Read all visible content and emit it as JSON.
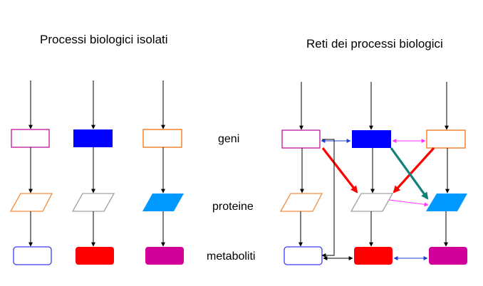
{
  "titles": {
    "left": "Processi biologici isolati",
    "right": "Reti dei processi biologici"
  },
  "row_labels": {
    "genes": "geni",
    "proteins": "proteine",
    "metabolites": "metaboliti"
  },
  "colors": {
    "gene_a_outline": "#c0149c",
    "gene_b_fill": "#0000ff",
    "gene_c_outline": "#f07010",
    "protein_a_outline": "#f58c3c",
    "protein_b_outline": "#a0a0a0",
    "protein_c_fill": "#0099ff",
    "metabolite_a_outline": "#3c3cf0",
    "metabolite_b_fill": "#ff0000",
    "metabolite_c_fill": "#d2009b",
    "interaction_red": "#ff0000",
    "interaction_teal": "#138078",
    "interaction_magenta": "#ff33ff",
    "interaction_blue": "#1c3fd8",
    "arrow_black": "#000000"
  },
  "panels": [
    {
      "name": "isolated",
      "columns": [
        {
          "gene": "gene-a",
          "protein": "protein-a",
          "metabolite": "metabolite-a"
        },
        {
          "gene": "gene-b",
          "protein": "protein-b",
          "metabolite": "metabolite-b"
        },
        {
          "gene": "gene-c",
          "protein": "protein-c",
          "metabolite": "metabolite-c"
        }
      ]
    },
    {
      "name": "network",
      "interactions": [
        {
          "from": "gene-a",
          "to": "gene-b",
          "type": "bidirectional",
          "color": "interaction_blue"
        },
        {
          "from": "gene-b",
          "to": "gene-c",
          "type": "bidirectional",
          "color": "interaction_magenta"
        },
        {
          "from": "gene-a",
          "to": "protein-b",
          "type": "directed",
          "color": "interaction_red"
        },
        {
          "from": "gene-c",
          "to": "protein-b",
          "type": "directed",
          "color": "interaction_red"
        },
        {
          "from": "gene-b",
          "to": "protein-c",
          "type": "directed",
          "color": "interaction_teal"
        },
        {
          "from": "protein-b",
          "to": "protein-c",
          "type": "directed",
          "color": "interaction_magenta"
        },
        {
          "from": "metabolite-a",
          "to": "metabolite-b",
          "type": "bidirectional",
          "color": "arrow_black"
        },
        {
          "from": "metabolite-b",
          "to": "metabolite-c",
          "type": "bidirectional",
          "color": "interaction_blue"
        },
        {
          "from": "metabolite-a",
          "to": "gene-a",
          "type": "feedback",
          "color": "arrow_black"
        }
      ]
    }
  ]
}
